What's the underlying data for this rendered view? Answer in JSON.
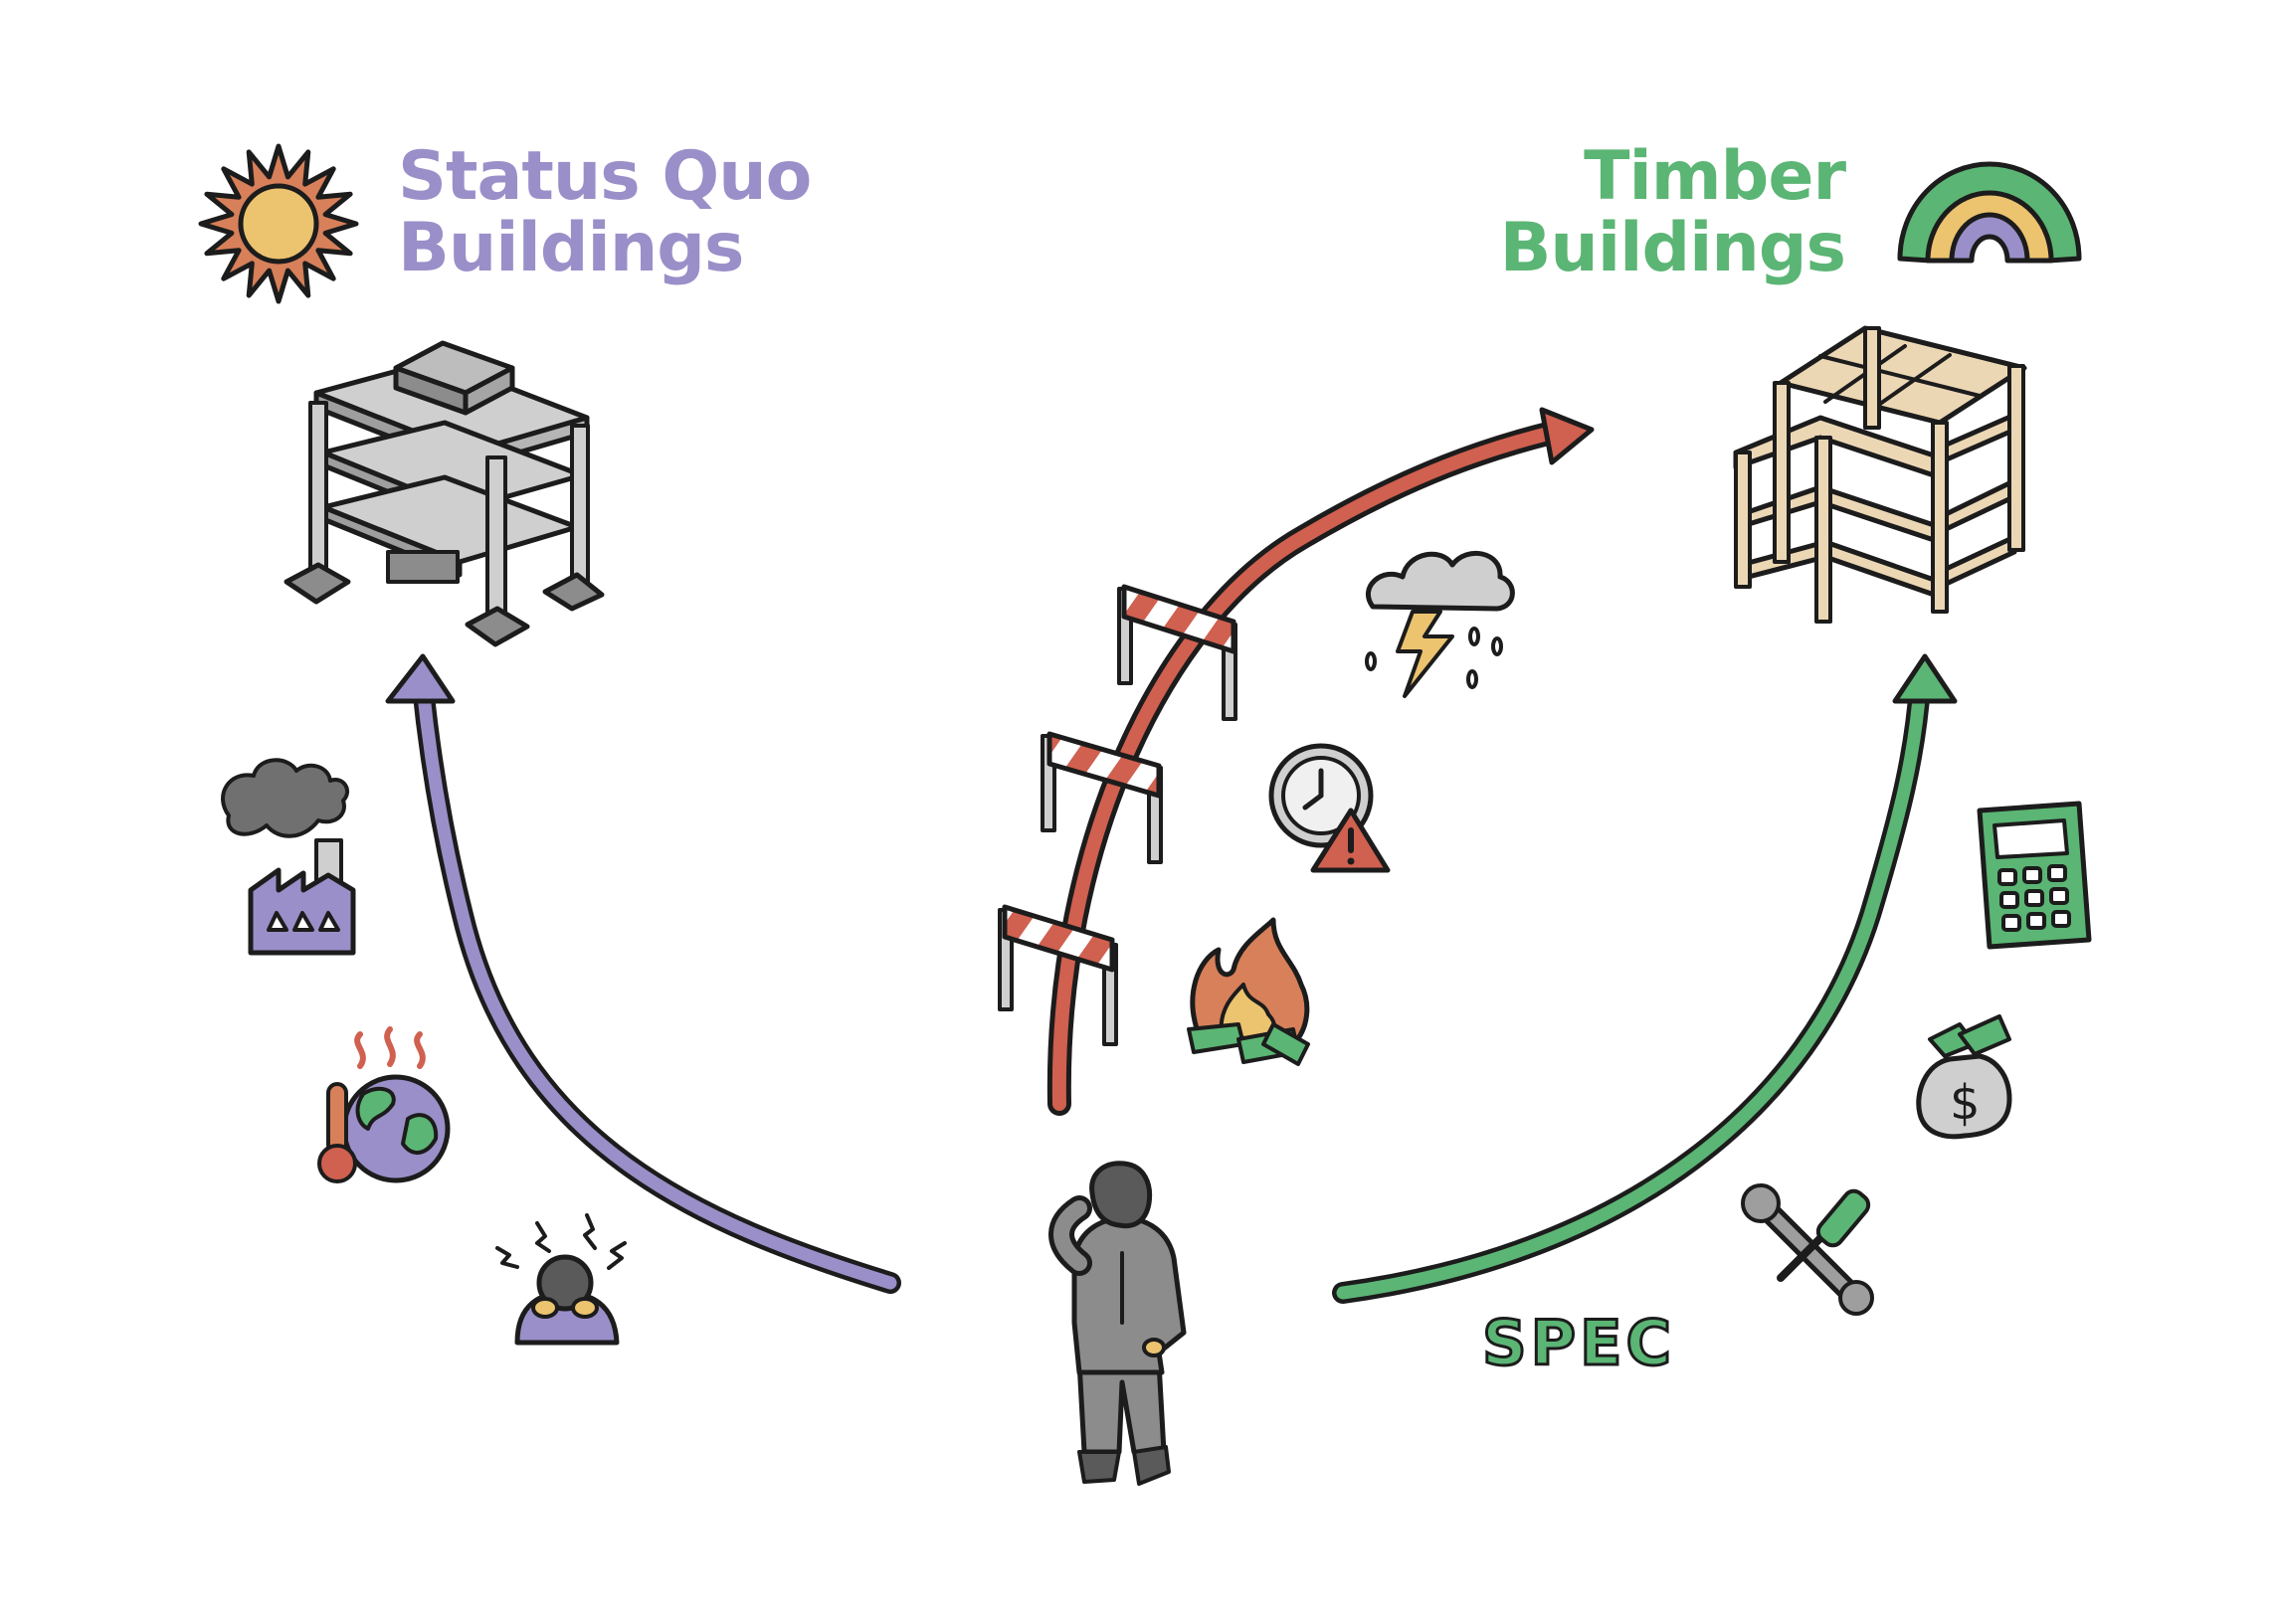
{
  "left_heading": {
    "line1": "Status Quo",
    "line2": "Buildings"
  },
  "right_heading": {
    "line1": "Timber",
    "line2": "Buildings"
  },
  "spec_label": "SPEC",
  "colors": {
    "status_quo": "#9a8fc8",
    "timber": "#5bb574",
    "barrier_path": "#d0604f",
    "steel_gray": "#cfcfcf",
    "timber_wood": "#ecd7b5",
    "sun_orange": "#d7805a",
    "sun_yellow": "#ecc36f"
  },
  "icons": {
    "left_heading_icon": "sun-icon",
    "right_heading_icon": "rainbow-icon",
    "status_quo_impacts": [
      "factory-smoke-icon",
      "global-warming-icon",
      "stressed-person-icon"
    ],
    "barriers": [
      "barrier-icon",
      "barrier-icon",
      "barrier-icon"
    ],
    "barrier_risks": [
      "storm-icon",
      "clock-warning-icon",
      "money-fire-icon"
    ],
    "timber_benefits": [
      "calculator-icon",
      "money-bag-icon",
      "tools-icon",
      "spec-label"
    ],
    "decision_maker": "person-thinking-icon"
  }
}
